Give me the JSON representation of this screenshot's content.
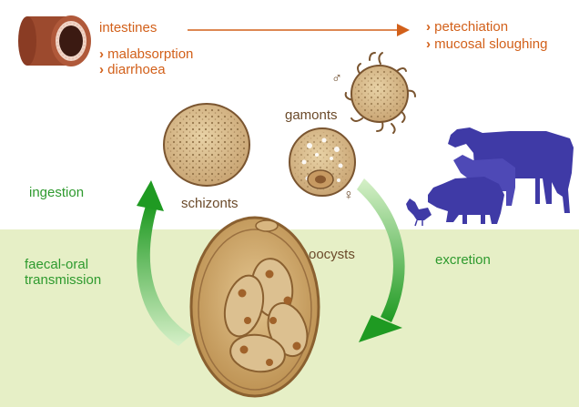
{
  "colors": {
    "orange_text": "#d2601a",
    "green_text": "#2e9a2e",
    "brown_text": "#6b4a2a",
    "ground": "#e6efc6",
    "livestock": "#3f3aa6",
    "arrow_green": "#1f9a22"
  },
  "intestines": {
    "title": "intestines",
    "effects": [
      "malabsorption",
      "diarrhoea"
    ],
    "severe_effects": [
      "petechiation",
      "mucosal sloughing"
    ]
  },
  "stages": {
    "schizonts": "schizonts",
    "gamonts": "gamonts",
    "oocysts": "oocysts",
    "male_symbol": "♂",
    "female_symbol": "♀"
  },
  "transitions": {
    "ingestion": "ingestion",
    "faecal_oral": [
      "faecal-oral",
      "transmission"
    ],
    "excretion": "excretion"
  },
  "icons": [
    "intestine-icon",
    "schizont-cell-icon",
    "male-gamont-icon",
    "female-gamont-icon",
    "oocyst-icon",
    "cow-icon",
    "sheep-icon",
    "pig-icon",
    "chicken-icon",
    "ingestion-arrow-icon",
    "excretion-arrow-icon"
  ]
}
